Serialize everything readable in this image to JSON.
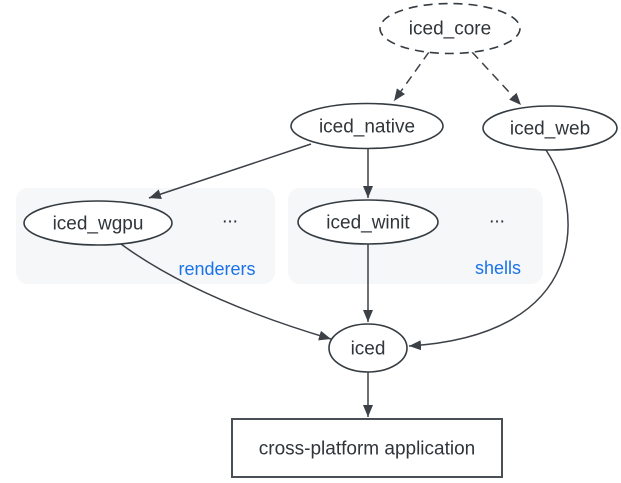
{
  "diagram": {
    "nodes": {
      "iced_core": "iced_core",
      "iced_native": "iced_native",
      "iced_web": "iced_web",
      "iced_wgpu": "iced_wgpu",
      "iced_winit": "iced_winit",
      "iced": "iced",
      "application": "cross-platform application"
    },
    "groups": {
      "renderers": {
        "label": "renderers",
        "ellipsis": "..."
      },
      "shells": {
        "label": "shells",
        "ellipsis": "..."
      }
    },
    "edges": [
      {
        "from": "iced_core",
        "to": "iced_native",
        "style": "dashed"
      },
      {
        "from": "iced_core",
        "to": "iced_web",
        "style": "dashed"
      },
      {
        "from": "iced_native",
        "to": "iced_wgpu",
        "style": "solid"
      },
      {
        "from": "iced_native",
        "to": "iced_winit",
        "style": "solid"
      },
      {
        "from": "iced_wgpu",
        "to": "iced",
        "style": "solid"
      },
      {
        "from": "iced_winit",
        "to": "iced",
        "style": "solid"
      },
      {
        "from": "iced_web",
        "to": "iced",
        "style": "solid"
      },
      {
        "from": "iced",
        "to": "application",
        "style": "solid"
      }
    ],
    "colors": {
      "edge_stroke": "#3c4147",
      "node_stroke": "#343b41",
      "text": "#30353a",
      "group_label_blue": "#1a73e8",
      "group_fill": "#f5f7f9",
      "node_fill": "#ffffff",
      "app_box_stroke": "#4a4f55"
    }
  }
}
